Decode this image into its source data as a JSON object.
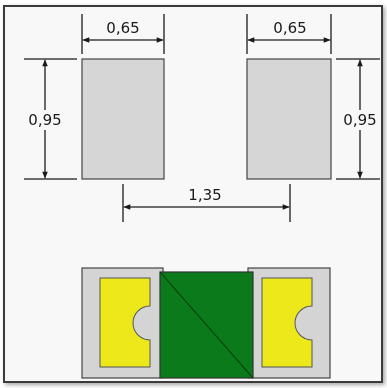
{
  "dimensions": {
    "pad_width_left": "0,65",
    "pad_width_right": "0,65",
    "pad_height_left": "0,95",
    "pad_height_right": "0,95",
    "pad_spacing": "1,35"
  },
  "colors": {
    "background": "#ffffff",
    "panel": "#f7f7f7",
    "panel_border": "#333333",
    "pad_fill": "#d6d6d6",
    "pad_border": "#444444",
    "line": "#1a1a1a",
    "component_body": "#d4d4d4",
    "terminal": "#ece81a",
    "center_element": "#0a7a1a"
  }
}
